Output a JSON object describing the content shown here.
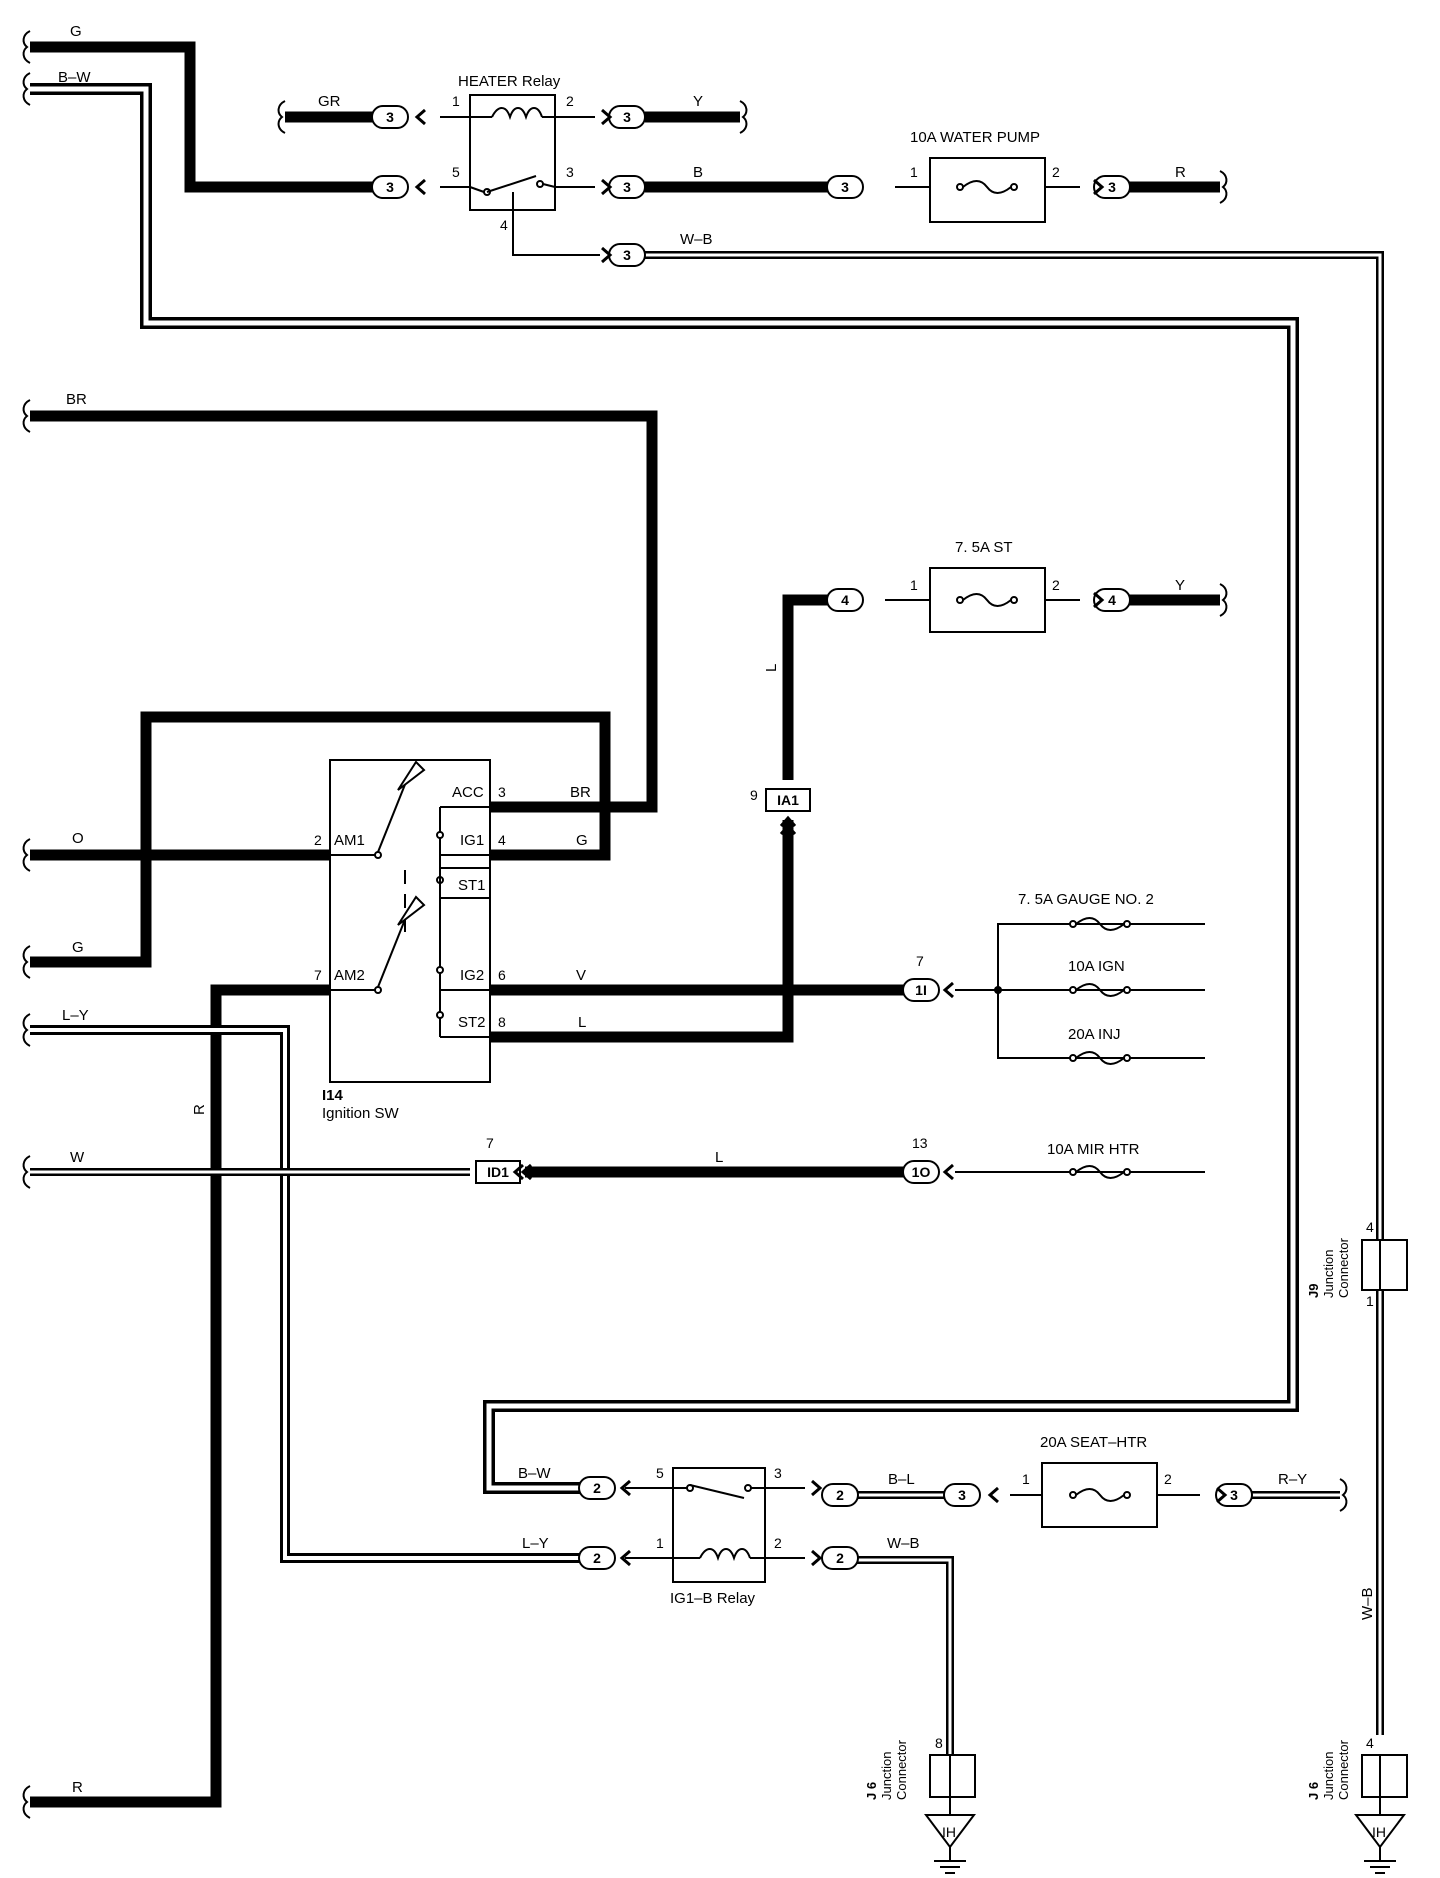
{
  "wire_colors": {
    "g_top": "G",
    "bw_top": "B–W",
    "gr": "GR",
    "y_heater": "Y",
    "b": "B",
    "r_pump": "R",
    "wb_heater": "W–B",
    "br_left": "BR",
    "br_sw": "BR",
    "g_sw": "G",
    "y_st": "Y",
    "l_vert": "L",
    "o": "O",
    "g_left": "G",
    "v": "V",
    "l_st2": "L",
    "ly_left": "L–Y",
    "r_vert": "R",
    "w": "W",
    "l_mir": "L",
    "bw_relay": "B–W",
    "bl": "B–L",
    "ry": "R–Y",
    "ly_relay": "L–Y",
    "wb_relay": "W–B",
    "wb_vert": "W–B",
    "r_bottom": "R"
  },
  "components": {
    "heater_relay": "HEATER Relay",
    "water_pump_fuse": "10A WATER PUMP",
    "st_fuse": "7. 5A ST",
    "gauge_fuse": "7. 5A GAUGE NO. 2",
    "ign_fuse": "10A IGN",
    "inj_fuse": "20A INJ",
    "mir_fuse": "10A MIR HTR",
    "seat_fuse": "20A SEAT–HTR",
    "ig1b_relay": "IG1–B Relay",
    "ign_sw_code": "I14",
    "ign_sw_name": "Ignition SW",
    "j9_code": "J9",
    "j6_code_1": "J 6",
    "j6_code_2": "J 6",
    "junction_line1": "Junction",
    "junction_line2": "Connector",
    "ground": "IH"
  },
  "switch_terminals": {
    "acc": "ACC",
    "ig1": "IG1",
    "st1": "ST1",
    "am1": "AM1",
    "am2": "AM2",
    "ig2": "IG2",
    "st2": "ST2"
  },
  "connectors": {
    "c3": "3",
    "c4": "4",
    "c2": "2",
    "ia1": "IA1",
    "c1i": "1I",
    "id1": "ID1",
    "c1o": "1O"
  },
  "pins": {
    "p1": "1",
    "p2": "2",
    "p3": "3",
    "p4": "4",
    "p5": "5",
    "p7": "7",
    "p8": "8",
    "p9": "9",
    "p13": "13",
    "p6": "6"
  }
}
